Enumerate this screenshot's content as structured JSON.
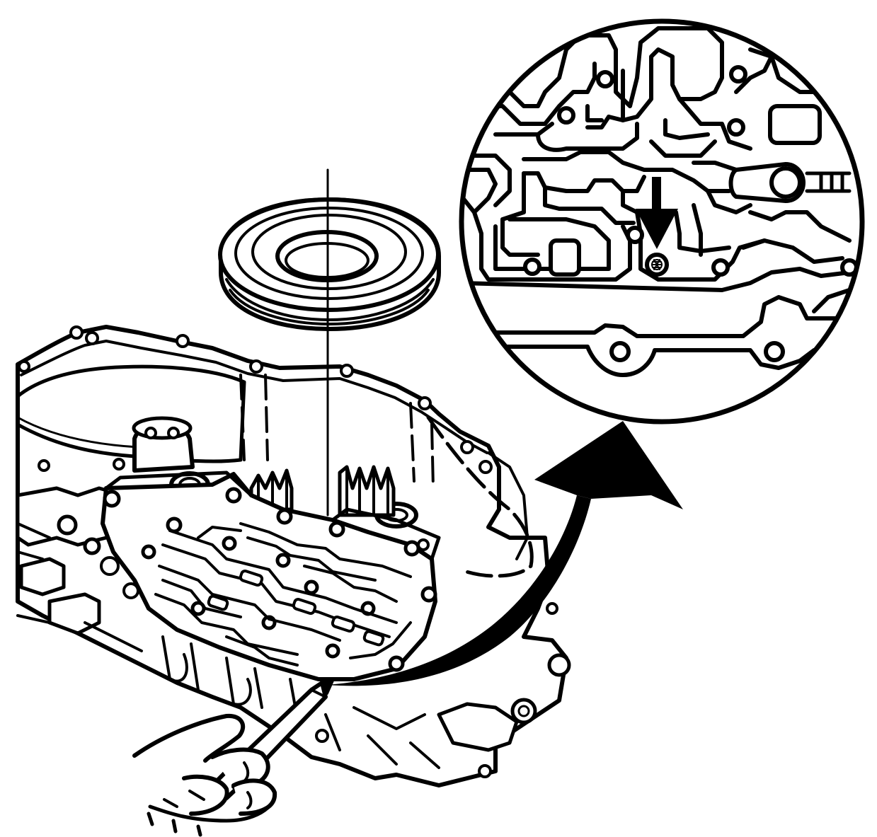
{
  "figure": {
    "type": "technical-line-illustration",
    "components": [
      "seal-ring",
      "transmission-case",
      "valve-body-channel-plate",
      "detail-magnifier",
      "callout-arrow",
      "hand-with-tool"
    ],
    "detail": {
      "indicator": "down-arrow",
      "target": "check-ball-hole"
    },
    "colors": {
      "ink": "#000000",
      "paper": "#ffffff"
    }
  }
}
